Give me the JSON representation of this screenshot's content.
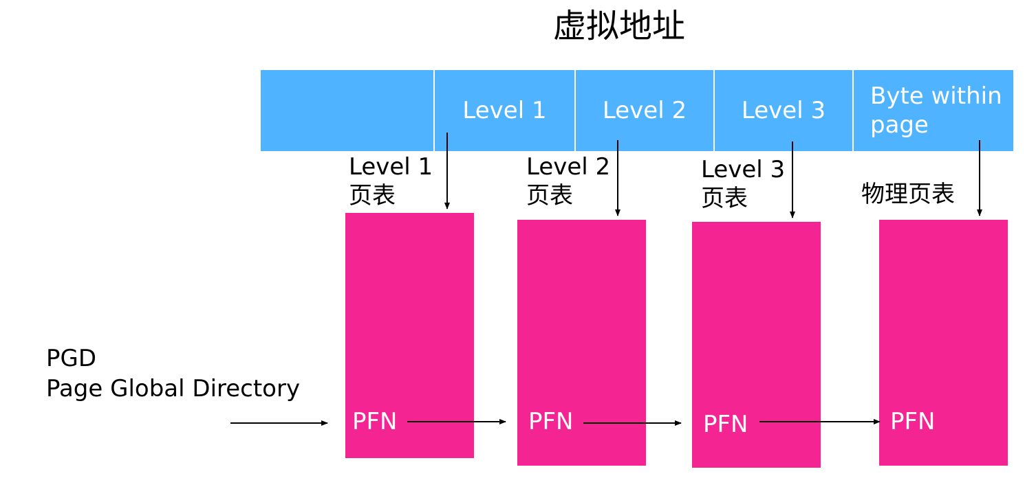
{
  "diagram": {
    "title": "虚拟地址",
    "address_segments": [
      "",
      "Level 1",
      "Level 2",
      "Level 3",
      [
        "Byte within",
        "page"
      ]
    ],
    "table_labels": [
      [
        "Level 1",
        "页表"
      ],
      [
        "Level 2",
        "页表"
      ],
      [
        "Level 3",
        "页表"
      ],
      [
        "物理页表"
      ]
    ],
    "pfn_label": "PFN",
    "pgd": {
      "line1": "PGD",
      "line2": "Page Global Directory"
    },
    "colors": {
      "address_bar": "#4fb3ff",
      "page_table": "#f42492",
      "text": "#000000",
      "arrow": "#000000"
    }
  }
}
